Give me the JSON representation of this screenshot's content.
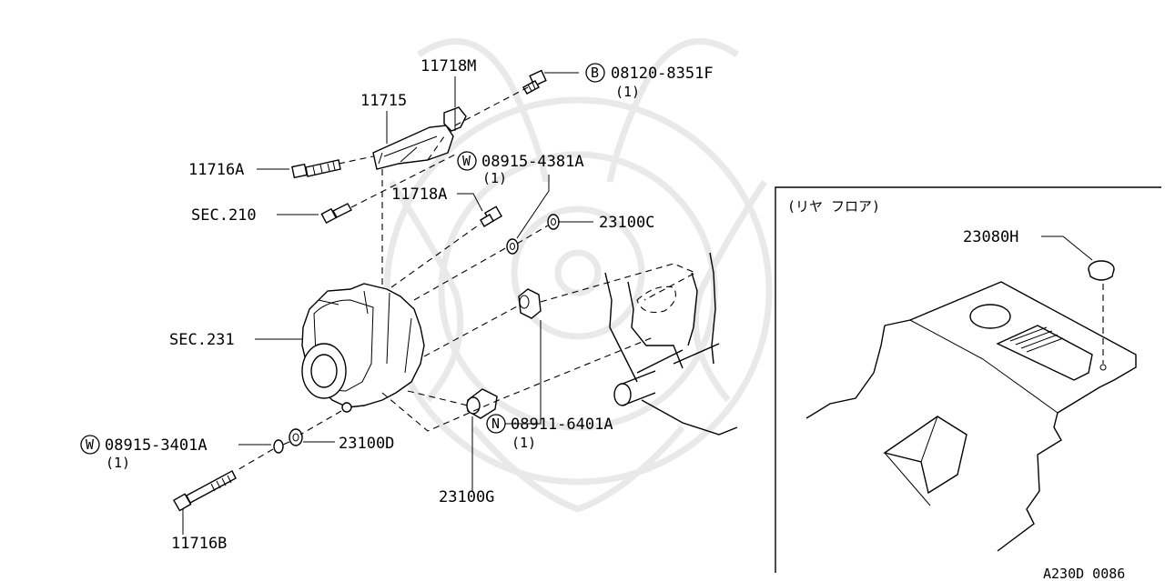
{
  "diagram": {
    "doc_code": "A230D 0086",
    "inset_title": "(リヤ  フロア)",
    "labels": {
      "p11718m": "11718M",
      "p11715": "11715",
      "p11716a": "11716A",
      "sec210": "SEC.210",
      "p11718a": "11718A",
      "sec231": "SEC.231",
      "p23100c": "23100C",
      "p23100d": "23100D",
      "p23100g": "23100G",
      "p11716b": "11716B",
      "p23080h": "23080H",
      "bolt_b_num": "08120-8351F",
      "bolt_b_qty": "(1)",
      "washer_w1_num": "08915-4381A",
      "washer_w1_qty": "(1)",
      "washer_w2_num": "08915-3401A",
      "washer_w2_qty": "(1)",
      "nut_n_num": "08911-6401A",
      "nut_n_qty": "(1)"
    },
    "callout_letters": {
      "bolt": "B",
      "washer": "W",
      "nut": "N"
    }
  }
}
